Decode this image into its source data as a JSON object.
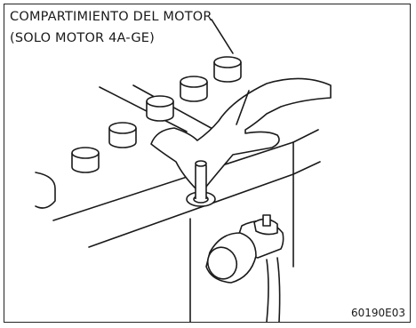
{
  "caption": {
    "line1": "COMPARTIMIENTO DEL MOTOR",
    "line2": "(SOLO MOTOR 4A-GE)"
  },
  "figure_code": "60190E03"
}
